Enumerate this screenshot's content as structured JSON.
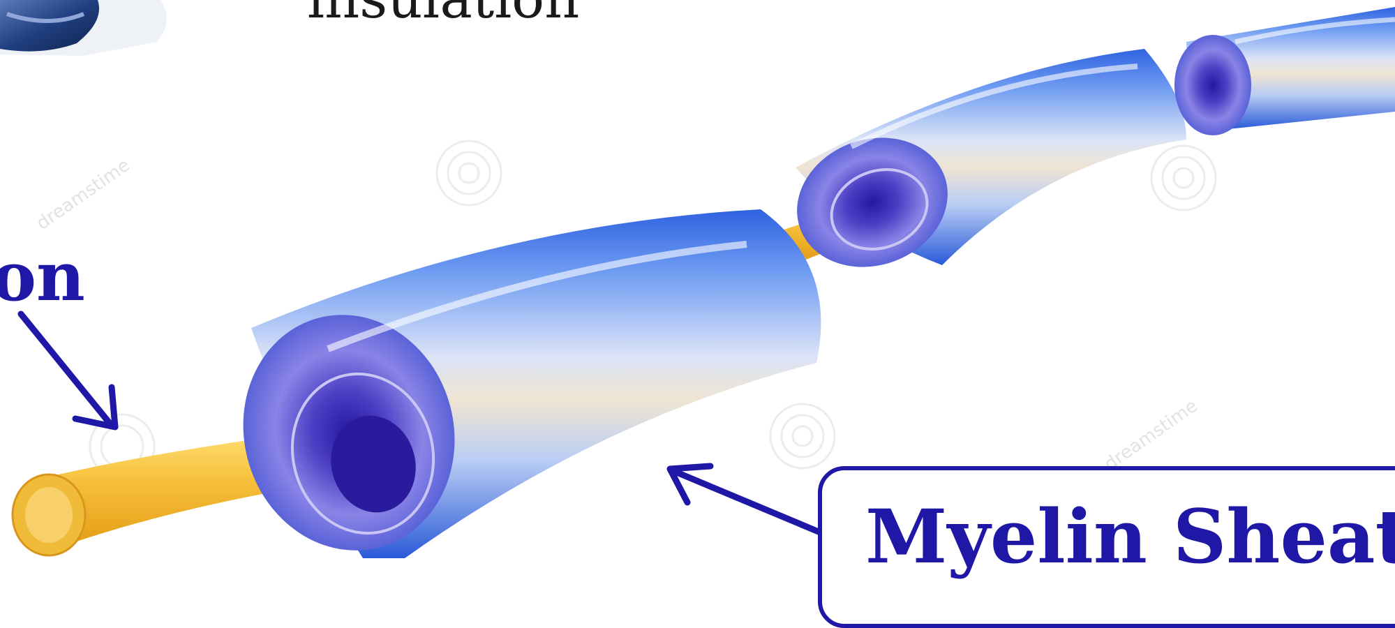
{
  "labels": {
    "insulation": "insulation",
    "axon": "on",
    "myelin_sheath": "Myelin Sheat"
  },
  "watermark": {
    "text": "dreamstime"
  },
  "colors": {
    "label_blue": "#1f17a6",
    "myelin_blue": "#3c6ee6",
    "axon_yellow": "#f2b531",
    "insulation_text": "#1a1a1a"
  }
}
